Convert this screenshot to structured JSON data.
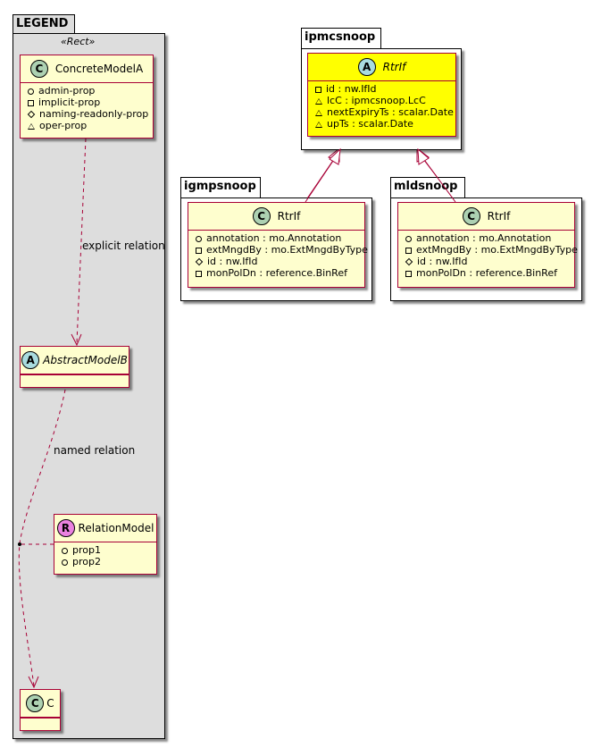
{
  "legend": {
    "title": "LEGEND",
    "stereotype": "«Rect»",
    "concrete": {
      "name": "ConcreteModelA",
      "attrs": [
        {
          "vis": "pub",
          "text": "admin-prop"
        },
        {
          "vis": "priv",
          "text": "implicit-prop"
        },
        {
          "vis": "prot",
          "text": "naming-readonly-prop"
        },
        {
          "vis": "pkg",
          "text": "oper-prop"
        }
      ]
    },
    "abstract": {
      "name": "AbstractModelB"
    },
    "relation_model": {
      "name": "RelationModel",
      "attrs": [
        {
          "vis": "pub",
          "text": "prop1"
        },
        {
          "vis": "pub",
          "text": "prop2"
        }
      ]
    },
    "c": {
      "name": "C"
    },
    "explicit_label": "explicit relation",
    "named_label": "named relation"
  },
  "ipmcsnoop": {
    "title": "ipmcsnoop",
    "cls": {
      "name": "RtrIf",
      "attrs": [
        {
          "vis": "priv",
          "text": "id : nw.IfId"
        },
        {
          "vis": "pkg",
          "text": "lcC : ipmcsnoop.LcC"
        },
        {
          "vis": "pkg",
          "text": "nextExpiryTs : scalar.Date"
        },
        {
          "vis": "pkg",
          "text": "upTs : scalar.Date"
        }
      ]
    }
  },
  "igmpsnoop": {
    "title": "igmpsnoop",
    "cls": {
      "name": "RtrIf",
      "attrs": [
        {
          "vis": "pub",
          "text": "annotation : mo.Annotation"
        },
        {
          "vis": "priv",
          "text": "extMngdBy : mo.ExtMngdByType"
        },
        {
          "vis": "prot",
          "text": "id : nw.IfId"
        },
        {
          "vis": "priv",
          "text": "monPolDn : reference.BinRef"
        }
      ]
    }
  },
  "mldsnoop": {
    "title": "mldsnoop",
    "cls": {
      "name": "RtrIf",
      "attrs": [
        {
          "vis": "pub",
          "text": "annotation : mo.Annotation"
        },
        {
          "vis": "priv",
          "text": "extMngdBy : mo.ExtMngdByType"
        },
        {
          "vis": "prot",
          "text": "id : nw.IfId"
        },
        {
          "vis": "priv",
          "text": "monPolDn : reference.BinRef"
        }
      ]
    }
  },
  "badges": {
    "class": "C",
    "abstract": "A",
    "relation": "R"
  },
  "colors": {
    "class_fill": "#fefece",
    "abstract_highlight": "#ffff00",
    "border": "#a80036",
    "badge_class": "#add1b2",
    "badge_abstract": "#a9dcdf",
    "badge_relation": "#ea82e0",
    "legend_fill": "#dddddd"
  }
}
